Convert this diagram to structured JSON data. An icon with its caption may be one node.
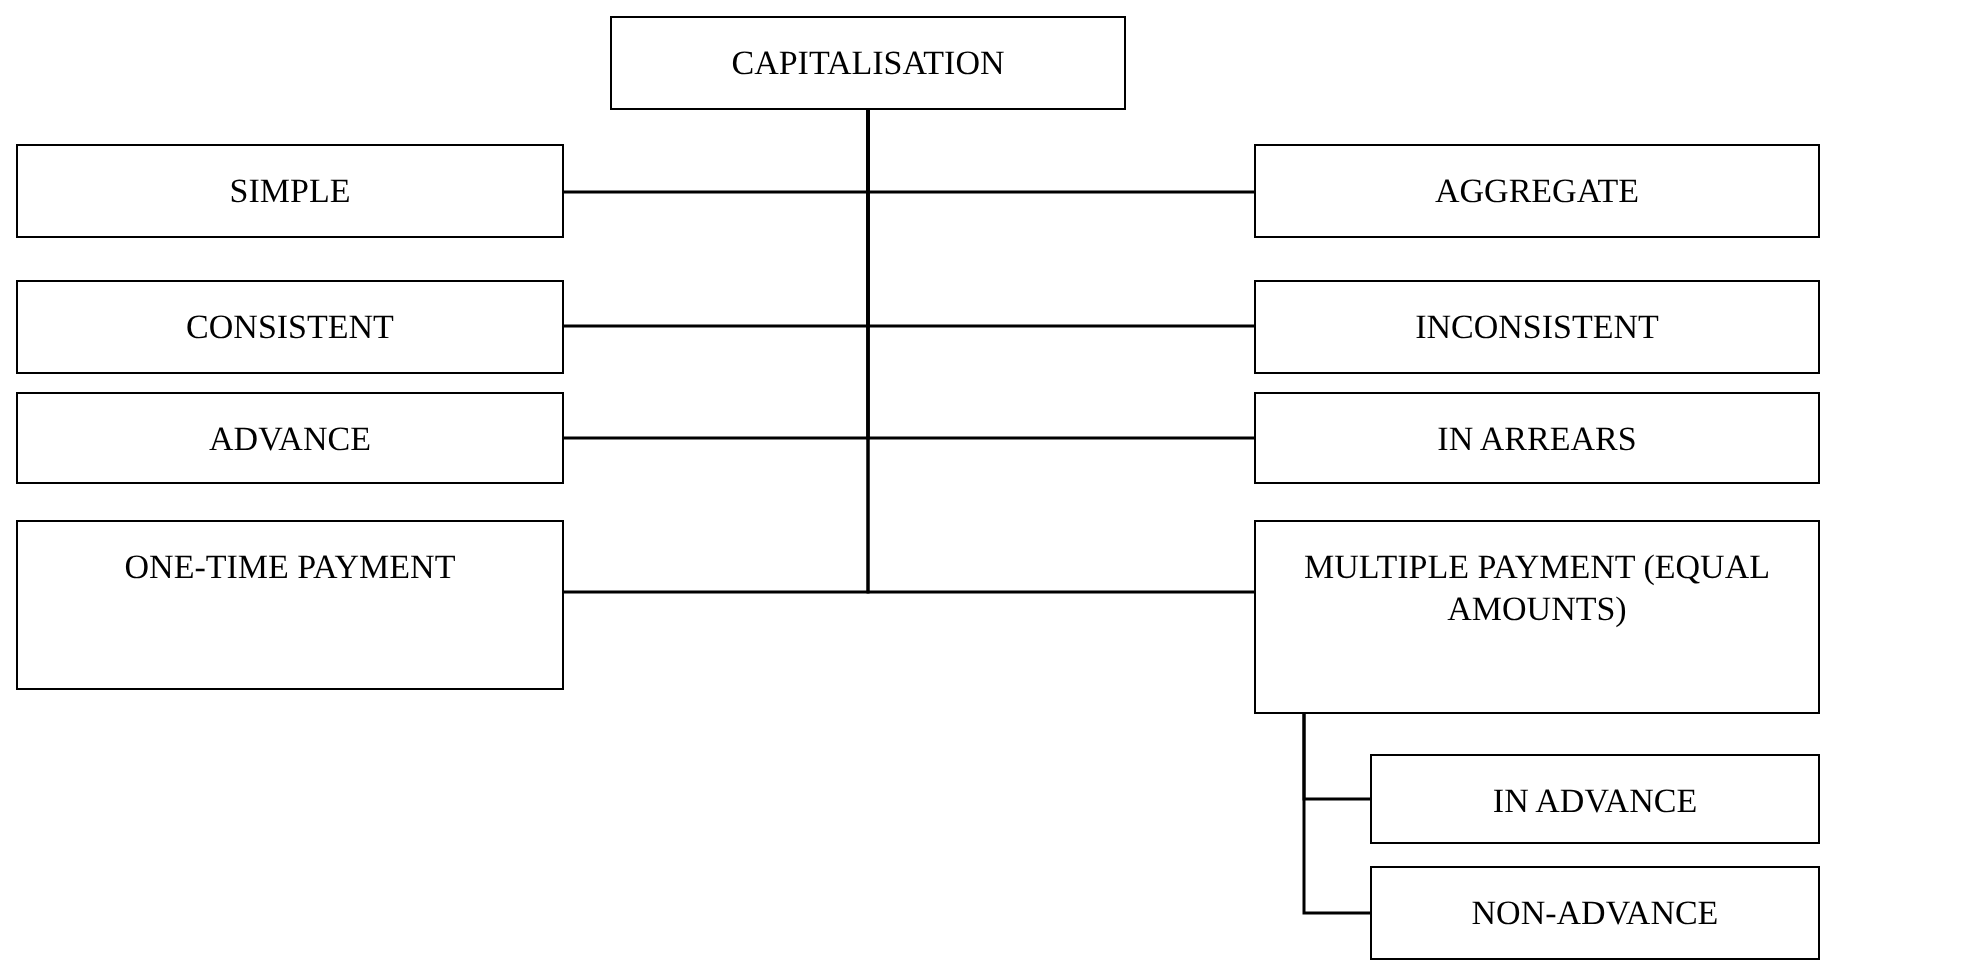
{
  "diagram": {
    "nodes": [
      {
        "text": [
          "CAPITALISATION"
        ]
      },
      {
        "text": [
          "SIMPLE"
        ]
      },
      {
        "text": [
          "AGGREGATE"
        ]
      },
      {
        "text": [
          "CONSISTENT"
        ]
      },
      {
        "text": [
          "INCONSISTENT"
        ]
      },
      {
        "text": [
          "ADVANCE"
        ]
      },
      {
        "text": [
          "IN ARREARS"
        ]
      },
      {
        "text": [
          "ONE-TIME PAYMENT"
        ]
      },
      {
        "text": [
          "MULTIPLE PAYMENT (EQUAL AMOUNTS)"
        ]
      },
      {
        "text": [
          "IN ADVANCE"
        ]
      },
      {
        "text": [
          "NON-ADVANCE"
        ]
      }
    ],
    "edges": [
      {
        "from": 0,
        "to": 1,
        "arrow": "none"
      },
      {
        "from": 0,
        "to": 2,
        "arrow": "none"
      },
      {
        "from": 0,
        "to": 3,
        "arrow": "none"
      },
      {
        "from": 0,
        "to": 4,
        "arrow": "none"
      },
      {
        "from": 0,
        "to": 5,
        "arrow": "none"
      },
      {
        "from": 0,
        "to": 6,
        "arrow": "none"
      },
      {
        "from": 0,
        "to": 7,
        "arrow": "none"
      },
      {
        "from": 0,
        "to": 8,
        "arrow": "none"
      },
      {
        "from": 8,
        "to": 9,
        "arrow": "none"
      },
      {
        "from": 8,
        "to": 10,
        "arrow": "none"
      }
    ]
  }
}
